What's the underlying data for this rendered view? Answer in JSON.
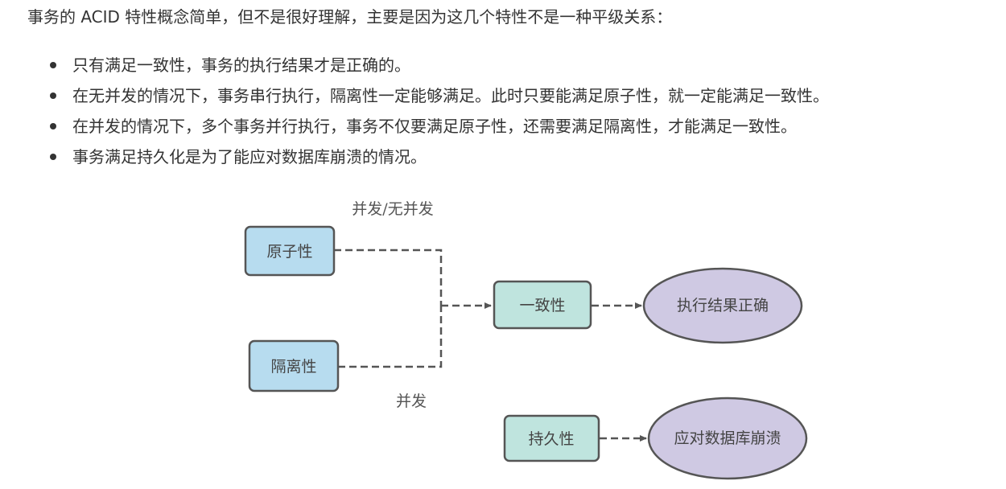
{
  "intro": "事务的 ACID 特性概念简单，但不是很好理解，主要是因为这几个特性不是一种平级关系：",
  "bullets": [
    "只有满足一致性，事务的执行结果才是正确的。",
    "在无并发的情况下，事务串行执行，隔离性一定能够满足。此时只要能满足原子性，就一定能满足一致性。",
    "在并发的情况下，多个事务并行执行，事务不仅要满足原子性，还需要满足隔离性，才能满足一致性。",
    "事务满足持久化是为了能应对数据库崩溃的情况。"
  ],
  "diagram": {
    "label_top": "并发/无并发",
    "label_bottom": "并发",
    "atomicity": "原子性",
    "isolation": "隔离性",
    "consistency": "一致性",
    "durability": "持久性",
    "result_correct": "执行结果正确",
    "result_crash": "应对数据库崩溃",
    "colors": {
      "box_blue": "#b7dcef",
      "box_teal": "#bfe4de",
      "ellipse_purple": "#cfc9e3",
      "stroke": "#555555"
    }
  }
}
